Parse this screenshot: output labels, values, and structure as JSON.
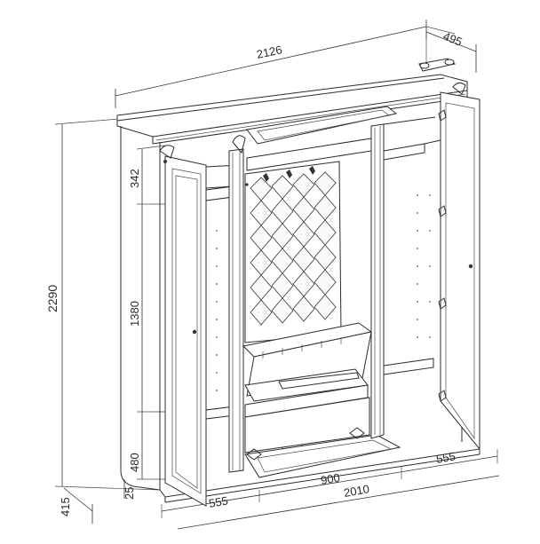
{
  "figure": {
    "description_hidden": "",
    "dimensions": {
      "overall_width_top": "2126",
      "depth_top": "495",
      "height_total": "2290",
      "height_upper": "342",
      "height_middle": "1380",
      "height_lower": "480",
      "depth_bottom": "415",
      "plinth": "25",
      "width_left_section": "555",
      "width_center_section": "900",
      "width_right_section": "555",
      "width_bottom": "2010"
    }
  }
}
